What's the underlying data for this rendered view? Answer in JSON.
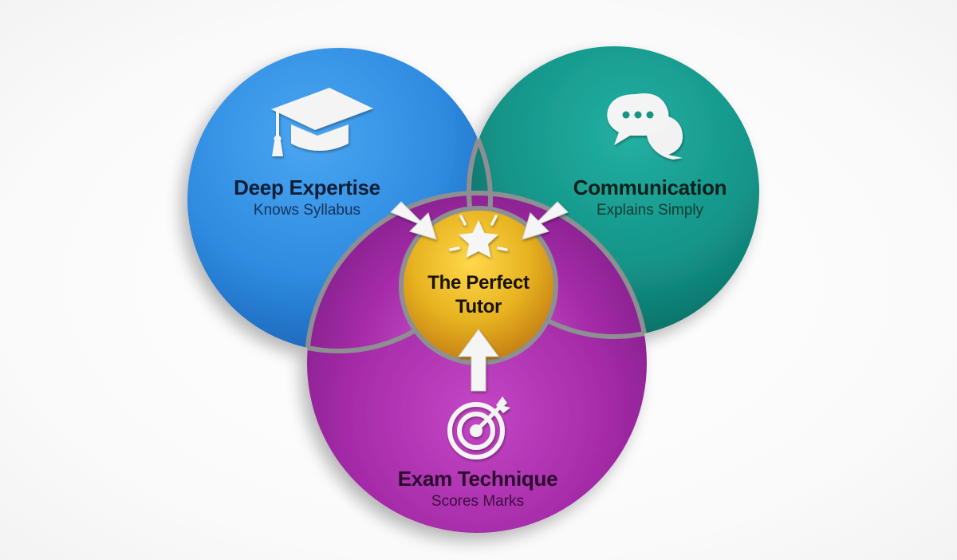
{
  "diagram": {
    "type": "venn",
    "sets": [
      {
        "id": "deep-expertise",
        "title": "Deep Expertise",
        "subtitle": "Knows Syllabus",
        "icon": "graduation-cap-icon",
        "color": "#2f8be0"
      },
      {
        "id": "communication",
        "title": "Communication",
        "subtitle": "Explains Simply",
        "icon": "speech-bubbles-icon",
        "color": "#149488"
      },
      {
        "id": "exam-technique",
        "title": "Exam Technique",
        "subtitle": "Scores Marks",
        "icon": "target-arrow-icon",
        "color": "#a52ba8"
      }
    ],
    "center": {
      "title_line1": "The Perfect",
      "title_line2": "Tutor",
      "icon": "star-icon",
      "color": "#e7b320"
    },
    "arrows": [
      {
        "from": "deep-expertise",
        "to": "center",
        "direction": "down-right"
      },
      {
        "from": "communication",
        "to": "center",
        "direction": "down-left"
      },
      {
        "from": "exam-technique",
        "to": "center",
        "direction": "up"
      }
    ]
  },
  "colors": {
    "blue": "#2f8be0",
    "blue_dark": "#1c6fc4",
    "teal": "#149488",
    "teal_dark": "#0e7268",
    "purple": "#a52ba8",
    "purple_dark": "#7c1d85",
    "gold": "#e7b320",
    "gold_dark": "#c98d10",
    "divider": "#8d8f92",
    "icon_white": "#f4f4f4"
  }
}
